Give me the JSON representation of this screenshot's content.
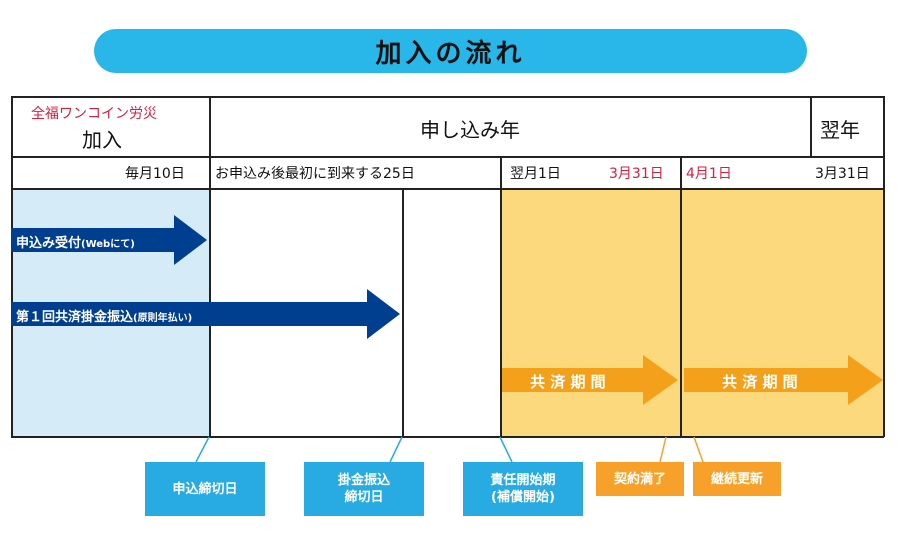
{
  "title": "加入の流れ",
  "header": {
    "left_line1": "全福ワンコイン労災",
    "left_line2": "加入",
    "middle": "申し込み年",
    "right": "翌年"
  },
  "dates": {
    "col1": "毎月10日",
    "col2": "お申込み後最初に到来する25日",
    "col3_start": "翌月1日",
    "col3_end": "3月31日",
    "col4_start": "4月1日",
    "col4_end": "3月31日"
  },
  "arrows": {
    "application": "申込み受付",
    "application_note": "(Webにて)",
    "payment": "第１回共済掛金振込",
    "payment_note": "(原則年払い)",
    "coverage1": "共 済 期 間",
    "coverage2": "共 済 期 間"
  },
  "callouts": {
    "deadline": "申込締切日",
    "payment_deadline_line1": "掛金振込",
    "payment_deadline_line2": "締切日",
    "coverage_start_line1": "責任開始期",
    "coverage_start_line2": "(補償開始)",
    "contract_end": "契約満了",
    "renewal": "継続更新"
  },
  "colors": {
    "title_bg": "#29b6e8",
    "col1_bg": "#d6ebf8",
    "coverage_bg": "#fcd97c",
    "arrow_blue": "#003f8f",
    "arrow_orange": "#f5a01a",
    "accent_red": "#d81e3c"
  }
}
